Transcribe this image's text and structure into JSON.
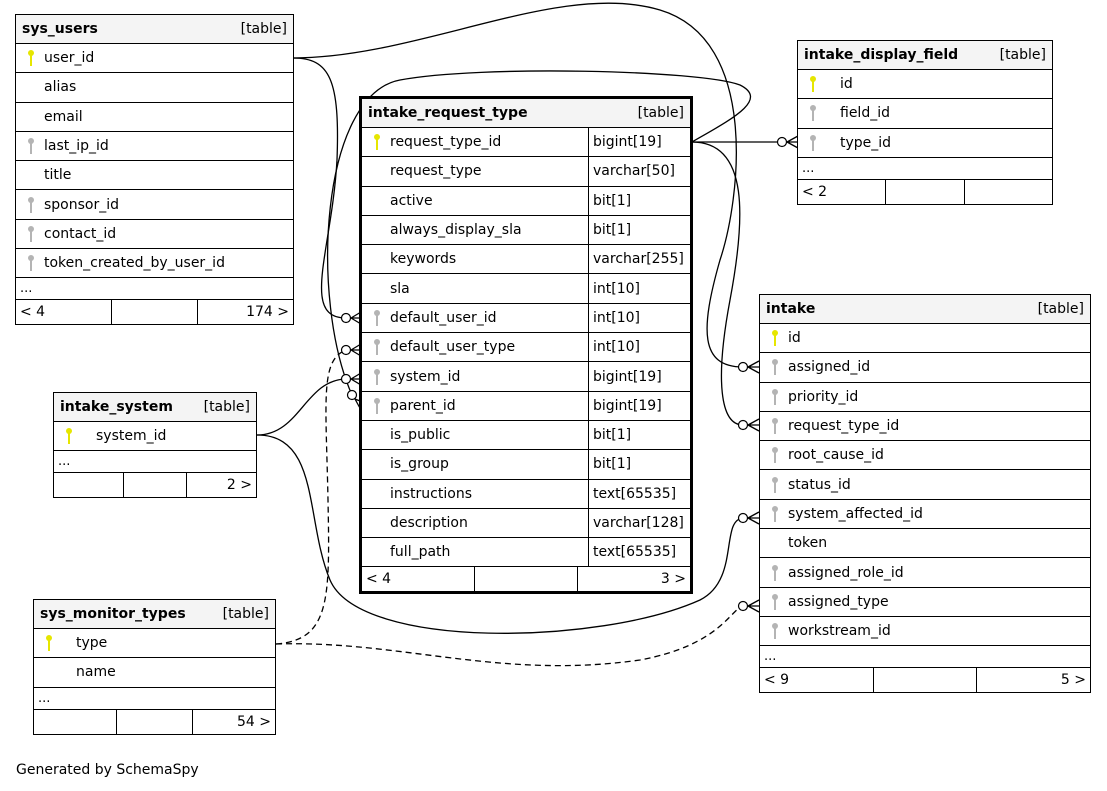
{
  "colors": {
    "primary_key": "#e6e600",
    "foreign_key": "#b4b4b4",
    "header_bg": "#f4f4f4"
  },
  "tables": {
    "sys_users": {
      "name": "sys_users",
      "kind": "[table]",
      "columns": [
        {
          "name": "user_id",
          "key": "primary-key-icon"
        },
        {
          "name": "alias",
          "key": ""
        },
        {
          "name": "email",
          "key": ""
        },
        {
          "name": "last_ip_id",
          "key": "foreign-key-icon"
        },
        {
          "name": "title",
          "key": ""
        },
        {
          "name": "sponsor_id",
          "key": "foreign-key-icon"
        },
        {
          "name": "contact_id",
          "key": "foreign-key-icon"
        },
        {
          "name": "token_created_by_user_id",
          "key": "foreign-key-icon"
        }
      ],
      "more": "...",
      "parents": "< 4",
      "middle": "",
      "children": "174 >"
    },
    "intake_request_type": {
      "name": "intake_request_type",
      "kind": "[table]",
      "columns": [
        {
          "name": "request_type_id",
          "type": "bigint[19]",
          "key": "primary-key-icon"
        },
        {
          "name": "request_type",
          "type": "varchar[50]",
          "key": ""
        },
        {
          "name": "active",
          "type": "bit[1]",
          "key": ""
        },
        {
          "name": "always_display_sla",
          "type": "bit[1]",
          "key": ""
        },
        {
          "name": "keywords",
          "type": "varchar[255]",
          "key": ""
        },
        {
          "name": "sla",
          "type": "int[10]",
          "key": ""
        },
        {
          "name": "default_user_id",
          "type": "int[10]",
          "key": "foreign-key-icon"
        },
        {
          "name": "default_user_type",
          "type": "int[10]",
          "key": "foreign-key-icon"
        },
        {
          "name": "system_id",
          "type": "bigint[19]",
          "key": "foreign-key-icon"
        },
        {
          "name": "parent_id",
          "type": "bigint[19]",
          "key": "foreign-key-icon"
        },
        {
          "name": "is_public",
          "type": "bit[1]",
          "key": ""
        },
        {
          "name": "is_group",
          "type": "bit[1]",
          "key": ""
        },
        {
          "name": "instructions",
          "type": "text[65535]",
          "key": ""
        },
        {
          "name": "description",
          "type": "varchar[128]",
          "key": ""
        },
        {
          "name": "full_path",
          "type": "text[65535]",
          "key": ""
        }
      ],
      "parents": "< 4",
      "middle": "",
      "children": "3 >"
    },
    "intake_display_field": {
      "name": "intake_display_field",
      "kind": "[table]",
      "columns": [
        {
          "name": "id",
          "key": "primary-key-icon"
        },
        {
          "name": "field_id",
          "key": "foreign-key-icon"
        },
        {
          "name": "type_id",
          "key": "foreign-key-icon"
        }
      ],
      "more": "...",
      "parents": "< 2",
      "middle": "",
      "children": ""
    },
    "intake": {
      "name": "intake",
      "kind": "[table]",
      "columns": [
        {
          "name": "id",
          "key": "primary-key-icon"
        },
        {
          "name": "assigned_id",
          "key": "foreign-key-icon"
        },
        {
          "name": "priority_id",
          "key": "foreign-key-icon"
        },
        {
          "name": "request_type_id",
          "key": "foreign-key-icon"
        },
        {
          "name": "root_cause_id",
          "key": "foreign-key-icon"
        },
        {
          "name": "status_id",
          "key": "foreign-key-icon"
        },
        {
          "name": "system_affected_id",
          "key": "foreign-key-icon"
        },
        {
          "name": "token",
          "key": ""
        },
        {
          "name": "assigned_role_id",
          "key": "foreign-key-icon"
        },
        {
          "name": "assigned_type",
          "key": "foreign-key-icon"
        },
        {
          "name": "workstream_id",
          "key": "foreign-key-icon"
        }
      ],
      "more": "...",
      "parents": "< 9",
      "middle": "",
      "children": "5 >"
    },
    "intake_system": {
      "name": "intake_system",
      "kind": "[table]",
      "columns": [
        {
          "name": "system_id",
          "key": "primary-key-icon"
        }
      ],
      "more": "...",
      "parents": "",
      "middle": "",
      "children": "2 >"
    },
    "sys_monitor_types": {
      "name": "sys_monitor_types",
      "kind": "[table]",
      "columns": [
        {
          "name": "type",
          "key": "primary-key-icon"
        },
        {
          "name": "name",
          "key": ""
        }
      ],
      "more": "...",
      "parents": "",
      "middle": "",
      "children": "54 >"
    }
  },
  "relationships": [
    {
      "from": "sys_users.user_id",
      "to": "intake_request_type.default_user_id",
      "style": "solid"
    },
    {
      "from": "sys_users.user_id",
      "to": "intake.assigned_id",
      "style": "solid"
    },
    {
      "from": "sys_monitor_types.type",
      "to": "intake_request_type.default_user_type",
      "style": "dashed"
    },
    {
      "from": "intake_system.system_id",
      "to": "intake_request_type.system_id",
      "style": "solid"
    },
    {
      "from": "intake_request_type.request_type_id",
      "to": "intake_request_type.parent_id",
      "style": "solid"
    },
    {
      "from": "intake_request_type.request_type_id",
      "to": "intake_display_field.type_id",
      "style": "solid"
    },
    {
      "from": "intake_request_type.request_type_id",
      "to": "intake.request_type_id",
      "style": "solid"
    },
    {
      "from": "intake_system.system_id",
      "to": "intake.system_affected_id",
      "style": "solid"
    },
    {
      "from": "sys_monitor_types.type",
      "to": "intake.assigned_type",
      "style": "dashed"
    }
  ],
  "footer": "Generated by SchemaSpy"
}
